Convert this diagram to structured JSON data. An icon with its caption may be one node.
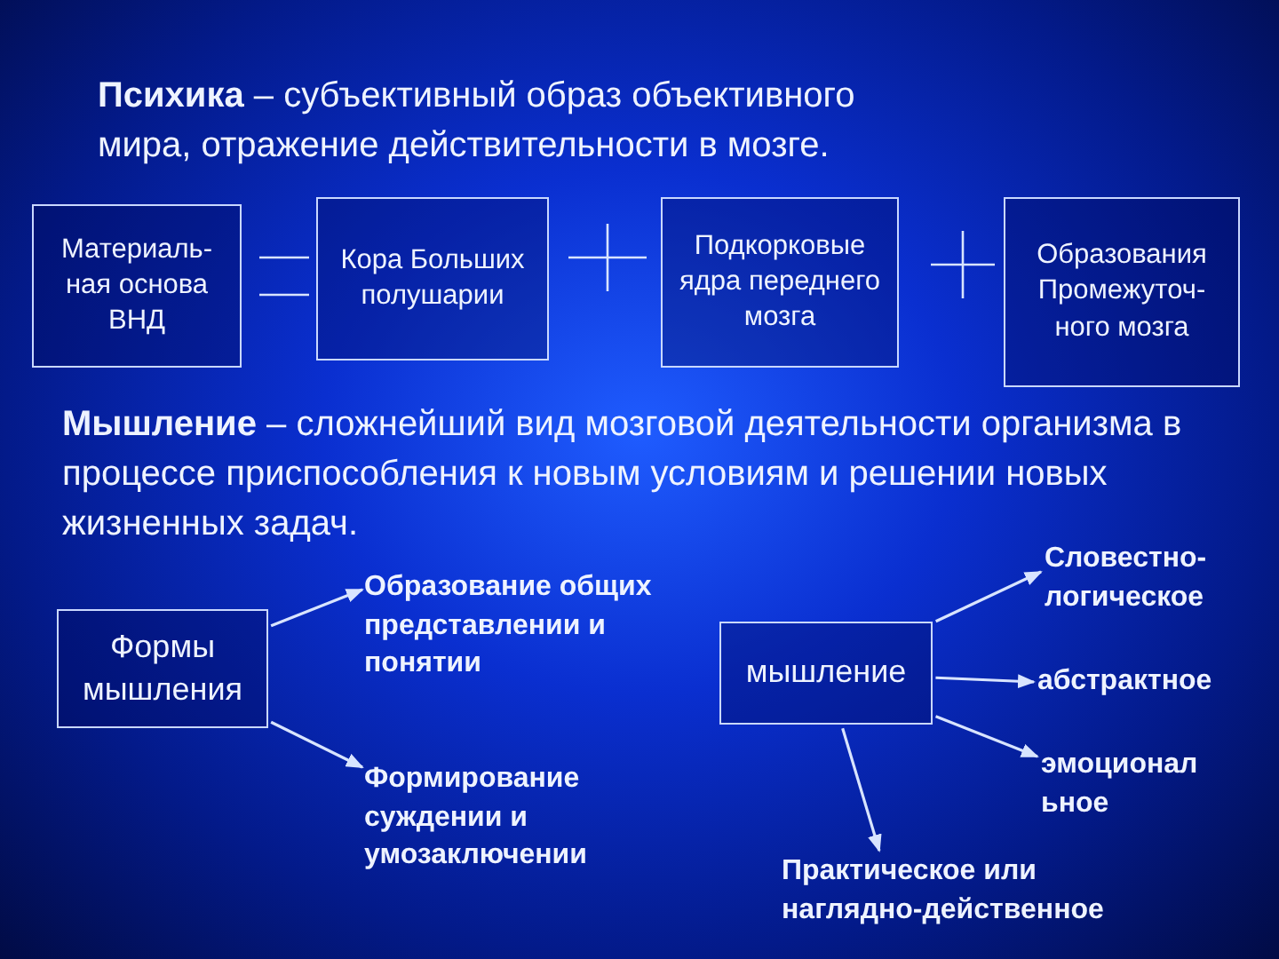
{
  "diagram": {
    "nodes": [
      {
        "text": [
          "Материаль- ная основа ВНД"
        ]
      },
      {
        "text": [
          "Кора Больших полушарии"
        ]
      },
      {
        "text": [
          "Подкорковые ядра переднего мозга"
        ]
      },
      {
        "text": [
          "Образования Промежуточ- ного мозга"
        ]
      },
      {
        "text": [
          "Формы мышления"
        ]
      },
      {
        "text": [
          "Образование общих представлении и понятии"
        ]
      },
      {
        "text": [
          "Формирование суждении и умозаключении"
        ]
      },
      {
        "text": [
          "мышление"
        ]
      },
      {
        "text": [
          "Словестно- логическое"
        ]
      },
      {
        "text": [
          "абстрактное"
        ]
      },
      {
        "text": [
          "эмоционал ьное"
        ]
      },
      {
        "text": [
          "Практическое или наглядно-действенное"
        ]
      }
    ],
    "edges": [
      {
        "from": 4,
        "to": 5,
        "arrow": "to"
      },
      {
        "from": 4,
        "to": 6,
        "arrow": "to"
      },
      {
        "from": 7,
        "to": 8,
        "arrow": "to"
      },
      {
        "from": 7,
        "to": 9,
        "arrow": "to"
      },
      {
        "from": 7,
        "to": 10,
        "arrow": "to"
      },
      {
        "from": 7,
        "to": 11,
        "arrow": "to"
      }
    ],
    "labels": [
      "**Психика** – субъективный образ объективного мира, отражение действительности в мозге.",
      "**Мышление** – сложнейший вид мозговой деятельности организма в процессе приспособления к новым условиям и решении новых жизненных задач."
    ]
  }
}
